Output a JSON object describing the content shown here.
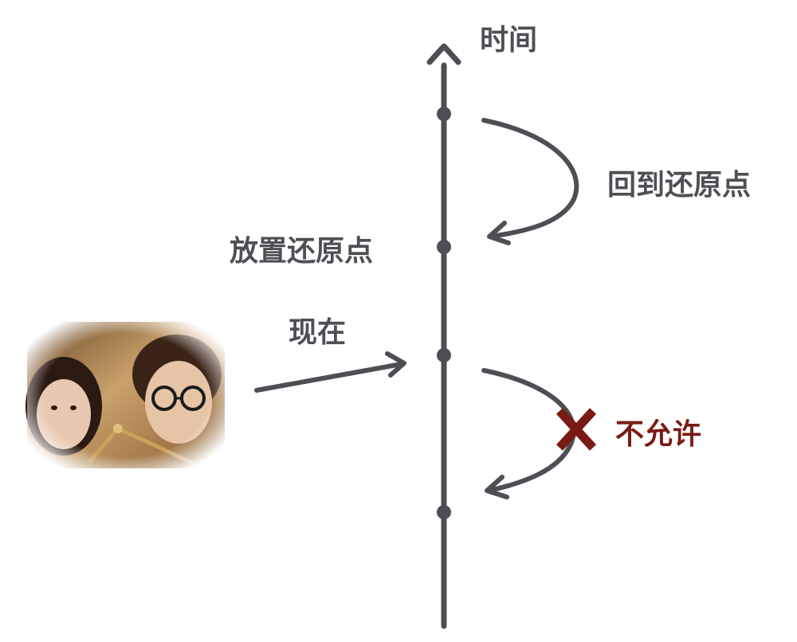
{
  "axis_label": "时间",
  "labels": {
    "return_to_point": "回到还原点",
    "place_point": "放置还原点",
    "now": "现在",
    "not_allowed": "不允许"
  },
  "colors": {
    "line": "#4d4f54",
    "text": "#4d4f54",
    "forbidden": "#7a1a14"
  },
  "photo": {
    "alt": ""
  }
}
